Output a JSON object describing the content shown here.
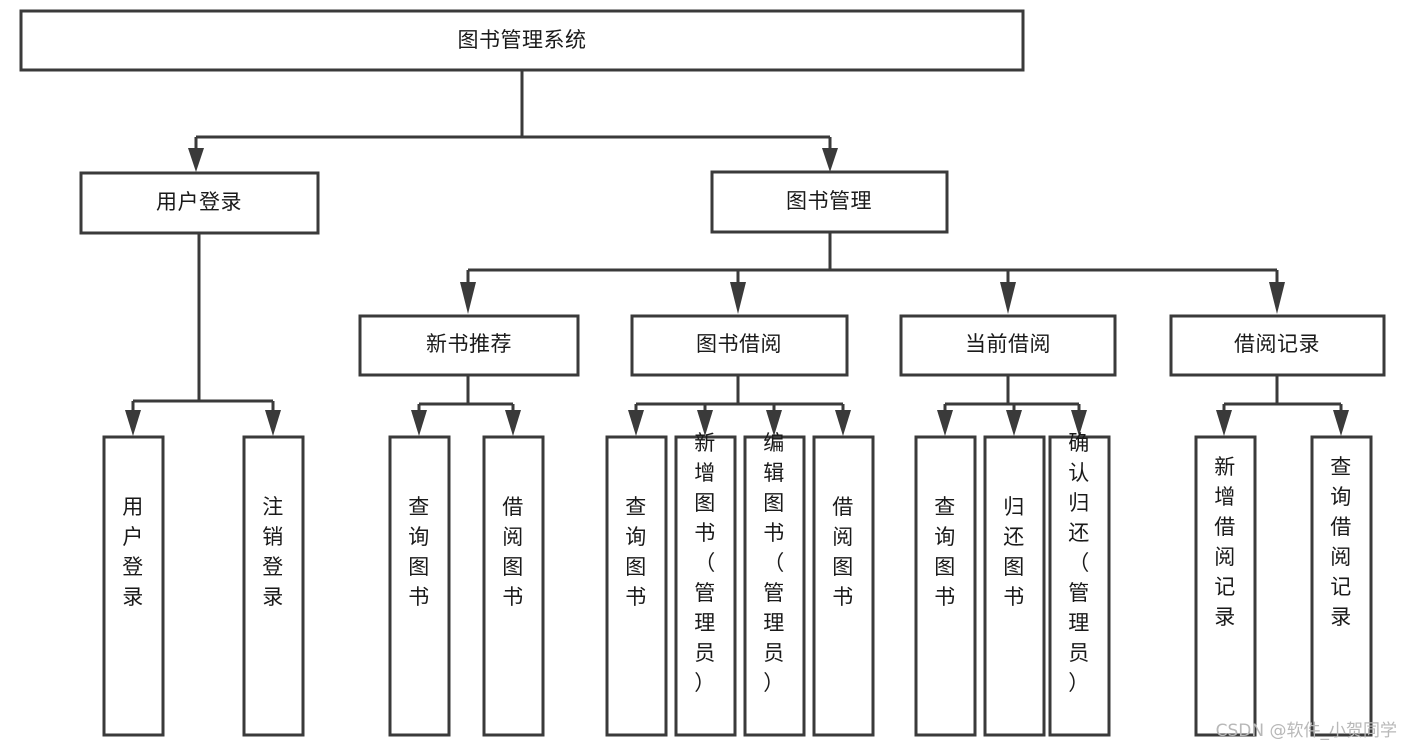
{
  "diagram": {
    "title": "图书管理系统",
    "type": "tree-hierarchy-chart",
    "root": {
      "id": "root",
      "label": "图书管理系统"
    },
    "level2": [
      {
        "id": "user-login",
        "label": "用户登录"
      },
      {
        "id": "book-manage",
        "label": "图书管理"
      }
    ],
    "level3": [
      {
        "id": "new-book-recommend",
        "label": "新书推荐",
        "parent": "book-manage"
      },
      {
        "id": "book-borrow",
        "label": "图书借阅",
        "parent": "book-manage"
      },
      {
        "id": "current-borrow",
        "label": "当前借阅",
        "parent": "book-manage"
      },
      {
        "id": "borrow-record",
        "label": "借阅记录",
        "parent": "book-manage"
      }
    ],
    "leaves": {
      "user-login": [
        {
          "id": "leaf-user-login",
          "label": "用户登录"
        },
        {
          "id": "leaf-logout-login",
          "label": "注销登录"
        }
      ],
      "new-book-recommend": [
        {
          "id": "leaf-query-book-1",
          "label": "查询图书"
        },
        {
          "id": "leaf-borrow-book-1",
          "label": "借阅图书"
        }
      ],
      "book-borrow": [
        {
          "id": "leaf-query-book-2",
          "label": "查询图书"
        },
        {
          "id": "leaf-add-book-admin",
          "label": "新增图书（管理员）"
        },
        {
          "id": "leaf-edit-book-admin",
          "label": "编辑图书（管理员）"
        },
        {
          "id": "leaf-borrow-book-2",
          "label": "借阅图书"
        }
      ],
      "current-borrow": [
        {
          "id": "leaf-query-book-3",
          "label": "查询图书"
        },
        {
          "id": "leaf-return-book",
          "label": "归还图书"
        },
        {
          "id": "leaf-confirm-return-admin",
          "label": "确认归还（管理员）"
        }
      ],
      "borrow-record": [
        {
          "id": "leaf-add-borrow-record",
          "label": "新增借阅记录"
        },
        {
          "id": "leaf-query-borrow-record",
          "label": "查询借阅记录"
        }
      ]
    }
  },
  "watermark": {
    "text": "CSDN @软件_小贺同学"
  },
  "colors": {
    "stroke": "#3a3a3a",
    "fill": "#ffffff",
    "text": "#1a1a1a",
    "watermark": "#b8b8b8"
  }
}
